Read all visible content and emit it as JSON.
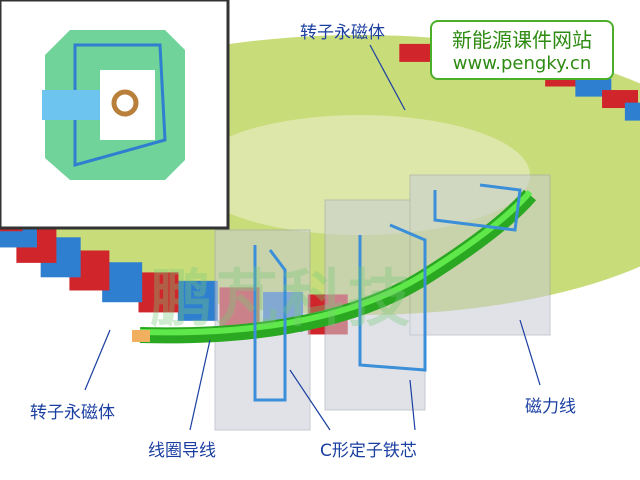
{
  "site": {
    "title": "新能源课件网站",
    "url": "www.pengky.cn"
  },
  "watermark": "鹏芃科技",
  "labels": {
    "rotor_magnet_top": "转子永磁体",
    "rotor_magnet_bottom": "转子永磁体",
    "coil_wire": "线圈导线",
    "c_stator_core": "C形定子铁芯",
    "flux_lines": "磁力线"
  },
  "colors": {
    "disk": "#c9dc7a",
    "magnet_red": "#d0262b",
    "magnet_blue": "#2f7fd0",
    "wire": "#3ccc2e",
    "inset_green": "#6fd39a",
    "flux": "#3a8fd8"
  }
}
